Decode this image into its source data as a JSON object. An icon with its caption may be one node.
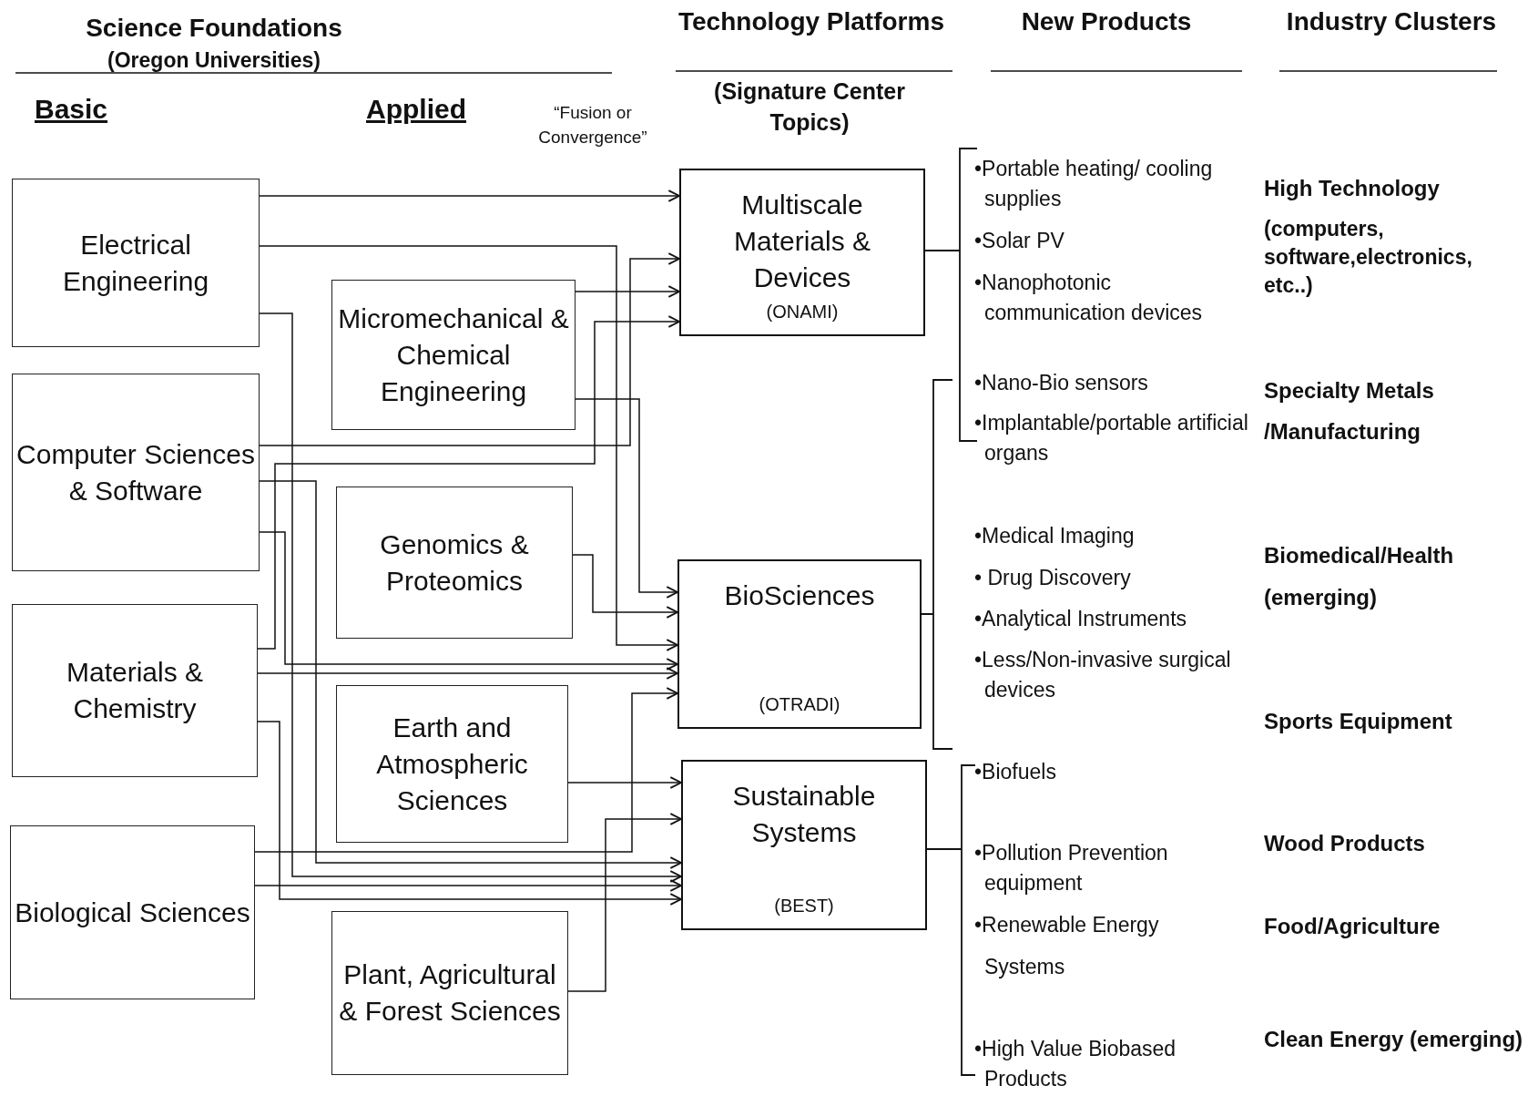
{
  "diagram": {
    "nodes": [
      {
        "text": [
          "Electrical Engineering"
        ]
      },
      {
        "text": [
          "Computer Sciences & Software"
        ]
      },
      {
        "text": [
          "Materials & Chemistry"
        ]
      },
      {
        "text": [
          "Biological Sciences"
        ]
      },
      {
        "text": [
          "Micromechanical & Chemical Engineering"
        ]
      },
      {
        "text": [
          "Genomics & Proteomics"
        ]
      },
      {
        "text": [
          "Earth and Atmospheric Sciences"
        ]
      },
      {
        "text": [
          "Plant, Agricultural & Forest Sciences"
        ]
      },
      {
        "text": [
          "Multiscale Materials & Devices",
          "(ONAMI)"
        ]
      },
      {
        "text": [
          "BioSciences",
          "(OTRADI)"
        ]
      },
      {
        "text": [
          "Sustainable Systems",
          "(BEST)"
        ]
      }
    ],
    "edges": [
      {
        "from": 0,
        "to": 8,
        "arrow": "to"
      },
      {
        "from": 0,
        "to": 9,
        "arrow": "to"
      },
      {
        "from": 0,
        "to": 10,
        "arrow": "to"
      },
      {
        "from": 1,
        "to": 8,
        "arrow": "to"
      },
      {
        "from": 1,
        "to": 9,
        "arrow": "to"
      },
      {
        "from": 1,
        "to": 10,
        "arrow": "to"
      },
      {
        "from": 2,
        "to": 8,
        "arrow": "to"
      },
      {
        "from": 2,
        "to": 9,
        "arrow": "to"
      },
      {
        "from": 2,
        "to": 10,
        "arrow": "to"
      },
      {
        "from": 3,
        "to": 9,
        "arrow": "to"
      },
      {
        "from": 3,
        "to": 10,
        "arrow": "to"
      },
      {
        "from": 4,
        "to": 8,
        "arrow": "to"
      },
      {
        "from": 4,
        "to": 9,
        "arrow": "to"
      },
      {
        "from": 5,
        "to": 9,
        "arrow": "to"
      },
      {
        "from": 6,
        "to": 10,
        "arrow": "to"
      },
      {
        "from": 7,
        "to": 10,
        "arrow": "to"
      }
    ],
    "labels": [
      "Science Foundations",
      "(Oregon Universities)",
      "Technology Platforms",
      "New Products",
      "Industry Clusters",
      "Basic",
      "Applied",
      "“Fusion or Convergence”",
      "(Signature Center Topics)",
      "•Portable heating/ cooling supplies",
      "•Solar PV",
      "•Nanophotonic communication devices",
      "•Nano-Bio sensors",
      "•Implantable/portable artificial organs",
      "•Medical Imaging",
      "• Drug Discovery",
      "•Analytical Instruments",
      "•Less/Non-invasive surgical devices",
      "•Biofuels",
      "•Pollution Prevention equipment",
      "•Renewable Energy Systems",
      "•High Value Biobased Products",
      "High Technology",
      "(computers, software,electronics, etc..)",
      "Specialty Metals /Manufacturing",
      "Biomedical/Health (emerging)",
      "Sports Equipment",
      "Wood Products",
      "Food/Agriculture",
      "Clean Energy (emerging)"
    ]
  }
}
